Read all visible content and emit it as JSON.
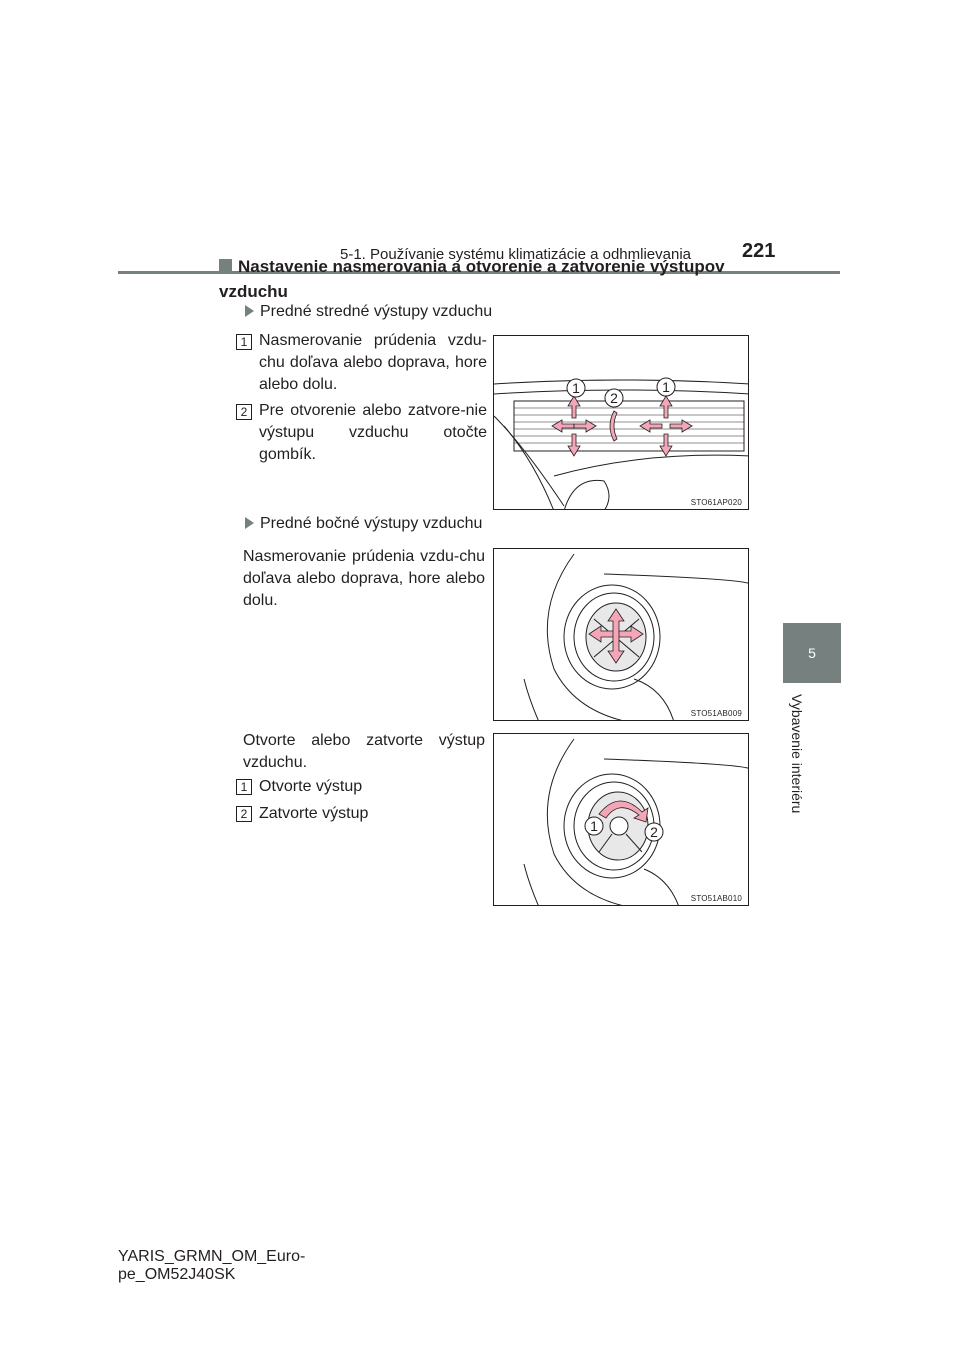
{
  "header": {
    "section": "5-1. Používanie systému klimatizácie a odhmlievania",
    "page_number": "221"
  },
  "side_tab": {
    "number": "5",
    "title": "Vybavenie interiéru"
  },
  "heading": "Nastavenie nasmerovania a otvorenie a zatvorenie výstupov vzduchu",
  "sections": [
    {
      "subheading": "Predné stredné výstupy vzduchu",
      "items": [
        {
          "num": "1",
          "text": "Nasmerovanie prúdenia vzdu-chu doľava alebo doprava, hore alebo dolu."
        },
        {
          "num": "2",
          "text": "Pre otvorenie alebo zatvore-nie výstupu vzduchu otočte gombík."
        }
      ],
      "figure": {
        "code": "STO61AP020",
        "labels": [
          "1",
          "2",
          "1"
        ]
      }
    },
    {
      "subheading": "Predné bočné výstupy vzduchu",
      "text": "Nasmerovanie prúdenia vzdu-chu doľava alebo doprava, hore alebo dolu.",
      "figure": {
        "code": "STO51AB009"
      }
    },
    {
      "text": "Otvorte alebo zatvorte výstup vzduchu.",
      "items": [
        {
          "num": "1",
          "text": "Otvorte výstup"
        },
        {
          "num": "2",
          "text": "Zatvorte výstup"
        }
      ],
      "figure": {
        "code": "STO51AB010",
        "labels": [
          "1",
          "2"
        ]
      }
    }
  ],
  "footer": {
    "line1": "YARIS_GRMN_OM_Euro-",
    "line2": "pe_OM52J40SK"
  },
  "colors": {
    "accent_gray": "#76807e",
    "arrow_pink": "#f4a6b8",
    "text": "#231f20"
  }
}
